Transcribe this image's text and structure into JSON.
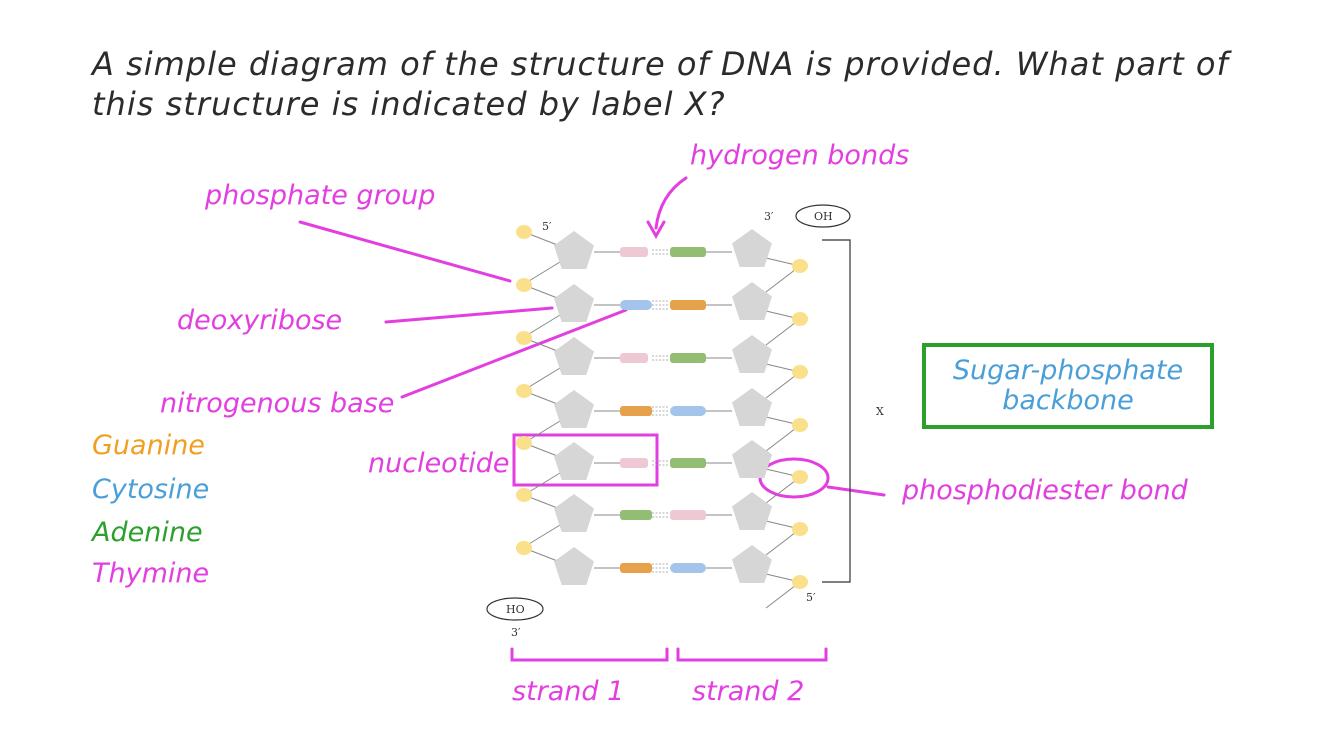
{
  "question": {
    "line1": "A simple diagram of the structure of DNA is provided. What part of",
    "line2": "this structure is indicated by label X?"
  },
  "labels": {
    "hydrogen_bonds": "hydrogen bonds",
    "phosphate_group": "phosphate group",
    "deoxyribose": "deoxyribose",
    "nitrogenous_base": "nitrogenous base",
    "nucleotide": "nucleotide",
    "phosphodiester_bond": "phosphodiester bond",
    "strand1": "strand 1",
    "strand2": "strand 2"
  },
  "legend": {
    "guanine": "Guanine",
    "cytosine": "Cytosine",
    "adenine": "Adenine",
    "thymine": "Thymine"
  },
  "answer_box": {
    "line1": "Sugar-phosphate",
    "line2": "backbone"
  },
  "diagram_text": {
    "five_prime_top": "5′",
    "three_prime_top": "3′",
    "oh": "OH",
    "ho": "HO",
    "three_prime_bottom": "3′",
    "five_prime_bottom": "5′",
    "x_label": "X"
  },
  "colors": {
    "guanine": "#e6a24a",
    "cytosine": "#a5c4ec",
    "adenine": "#92bd73",
    "thymine": "#eec9d3",
    "annotation": "#e23ee0",
    "legend_guanine": "#f0a020",
    "legend_cytosine": "#4a9fd8",
    "legend_adenine": "#2ca02c",
    "legend_thymine": "#e23ee0"
  }
}
